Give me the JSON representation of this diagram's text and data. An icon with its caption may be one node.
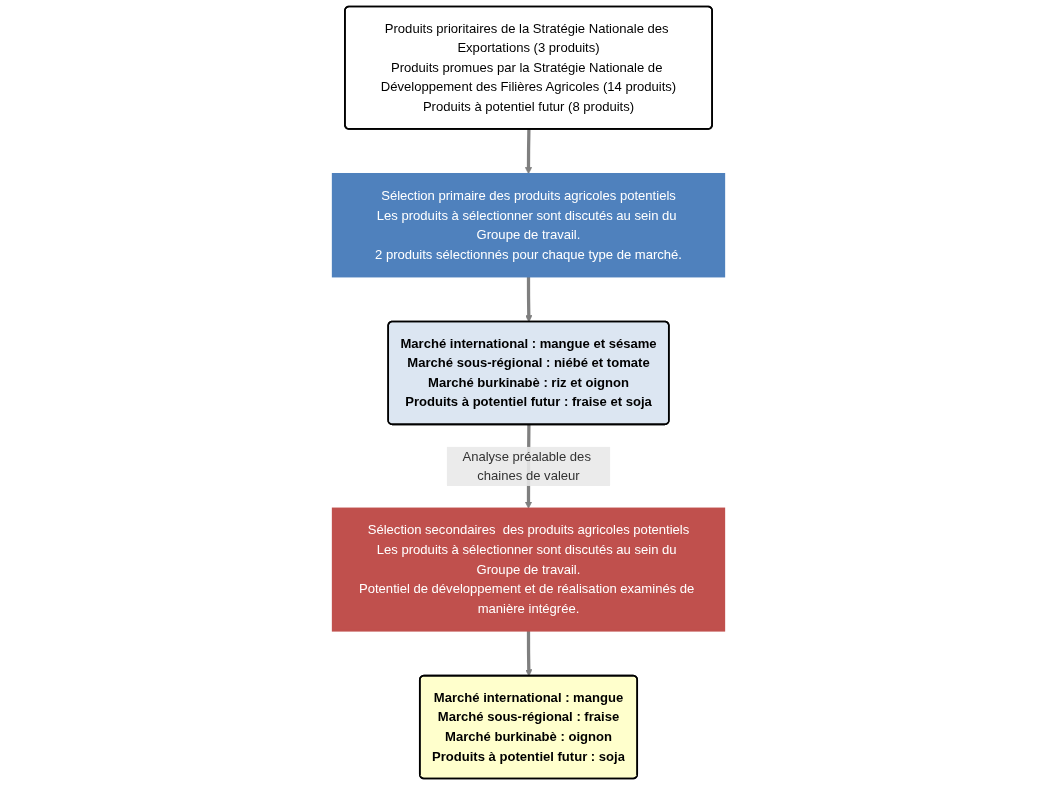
{
  "diagram": {
    "nodes": [
      {
        "text": [
          "Produits prioritaires de la Stratégie Nationale des Exportations (3 produits)",
          "Produits promues par la Stratégie Nationale de Développement des Filières Agricoles (14 produits)",
          "Produits à potentiel futur (8 produits)"
        ]
      },
      {
        "text": [
          "Sélection primaire des produits agricoles potentiels",
          "Les produits à sélectionner sont discutés au sein du Groupe de travail.",
          "2 produits sélectionnés pour chaque type de marché."
        ]
      },
      {
        "text": [
          "Marché international : mangue et sésame",
          "Marché sous-régional : niébé et tomate",
          "Marché burkinabè : riz et oignon",
          "Produits à potentiel futur : fraise et soja"
        ]
      },
      {
        "text": [
          "Sélection secondaires  des produits agricoles potentiels",
          "Les produits à sélectionner sont discutés au sein du Groupe de travail.",
          "Potentiel de développement et de réalisation examinés de manière intégrée."
        ]
      },
      {
        "text": [
          "Marché international : mangue",
          "Marché sous-régional : fraise",
          "Marché burkinabè :  oignon",
          "Produits à potentiel futur : soja"
        ]
      }
    ],
    "edges": [
      {
        "from": 0,
        "to": 1,
        "arrow": "to"
      },
      {
        "from": 1,
        "to": 2,
        "arrow": "to"
      },
      {
        "from": 2,
        "to": 3,
        "arrow": "to",
        "label": "Analyse préalable des chaines de valeur"
      },
      {
        "from": 3,
        "to": 4,
        "arrow": "to"
      }
    ]
  }
}
